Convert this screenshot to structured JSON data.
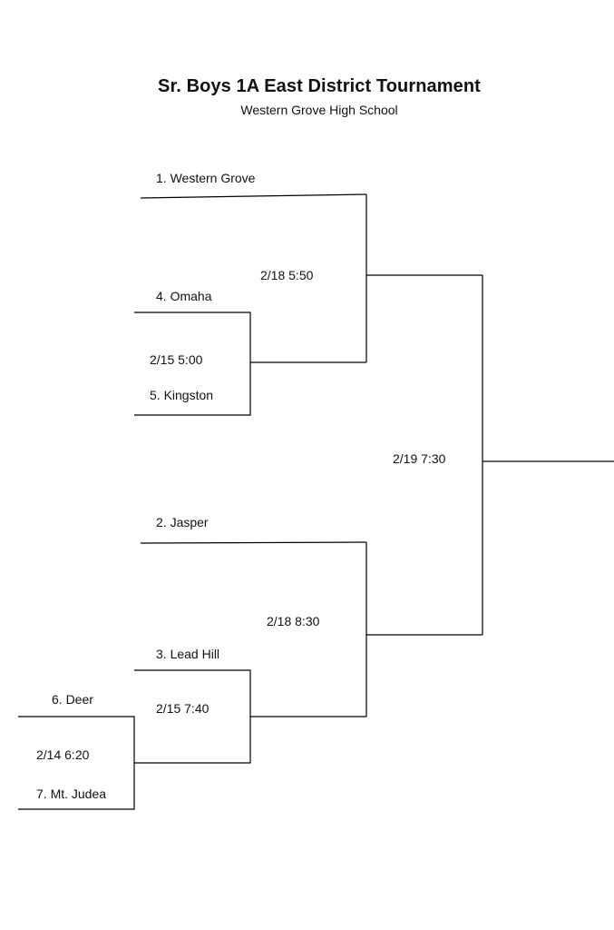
{
  "header": {
    "title": "Sr. Boys 1A East District Tournament",
    "subtitle": "Western Grove High School"
  },
  "teams": {
    "seed1": "1. Western Grove",
    "seed4": "4. Omaha",
    "seed5": "5. Kingston",
    "seed2": "2. Jasper",
    "seed3": "3. Lead Hill",
    "seed6": "6. Deer",
    "seed7": "7. Mt. Judea"
  },
  "games": {
    "g_2_14": "2/14  6:20",
    "g_2_15_a": "2/15 5:00",
    "g_2_15_b": "2/15  7:40",
    "g_2_18_a": "2/18  5:50",
    "g_2_18_b": "2/18  8:30",
    "g_2_19": "2/19  7:30"
  }
}
